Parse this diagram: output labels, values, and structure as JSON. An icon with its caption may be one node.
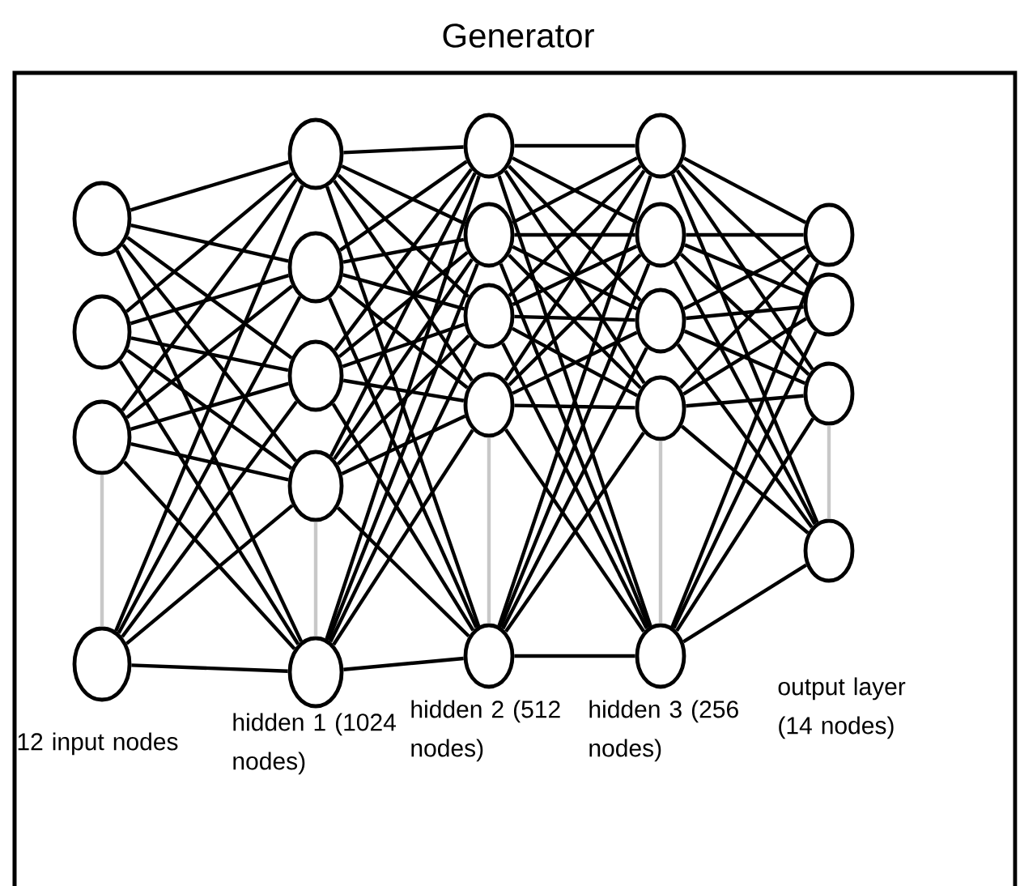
{
  "diagram": {
    "title": "Generator",
    "nodes": [
      {
        "text": [],
        "shape": "circle"
      },
      {
        "text": [],
        "shape": "circle"
      },
      {
        "text": [],
        "shape": "circle"
      },
      {
        "text": [],
        "shape": "circle"
      },
      {
        "text": [],
        "shape": "circle"
      },
      {
        "text": [],
        "shape": "circle"
      },
      {
        "text": [],
        "shape": "circle"
      },
      {
        "text": [],
        "shape": "circle"
      },
      {
        "text": [],
        "shape": "circle"
      },
      {
        "text": [],
        "shape": "circle"
      },
      {
        "text": [],
        "shape": "circle"
      },
      {
        "text": [],
        "shape": "circle"
      },
      {
        "text": [],
        "shape": "circle"
      },
      {
        "text": [],
        "shape": "circle"
      },
      {
        "text": [],
        "shape": "circle"
      },
      {
        "text": [],
        "shape": "circle"
      },
      {
        "text": [],
        "shape": "circle"
      },
      {
        "text": [],
        "shape": "circle"
      },
      {
        "text": [],
        "shape": "circle"
      },
      {
        "text": [],
        "shape": "circle"
      },
      {
        "text": [],
        "shape": "circle"
      },
      {
        "text": [],
        "shape": "circle"
      },
      {
        "text": [],
        "shape": "circle"
      }
    ],
    "edges": [
      {
        "from": 0,
        "to": 4,
        "arrow": "none"
      },
      {
        "from": 0,
        "to": 5,
        "arrow": "none"
      },
      {
        "from": 0,
        "to": 6,
        "arrow": "none"
      },
      {
        "from": 0,
        "to": 7,
        "arrow": "none"
      },
      {
        "from": 0,
        "to": 8,
        "arrow": "none"
      },
      {
        "from": 1,
        "to": 4,
        "arrow": "none"
      },
      {
        "from": 1,
        "to": 5,
        "arrow": "none"
      },
      {
        "from": 1,
        "to": 6,
        "arrow": "none"
      },
      {
        "from": 1,
        "to": 7,
        "arrow": "none"
      },
      {
        "from": 1,
        "to": 8,
        "arrow": "none"
      },
      {
        "from": 2,
        "to": 4,
        "arrow": "none"
      },
      {
        "from": 2,
        "to": 5,
        "arrow": "none"
      },
      {
        "from": 2,
        "to": 6,
        "arrow": "none"
      },
      {
        "from": 2,
        "to": 7,
        "arrow": "none"
      },
      {
        "from": 2,
        "to": 8,
        "arrow": "none"
      },
      {
        "from": 3,
        "to": 4,
        "arrow": "none"
      },
      {
        "from": 3,
        "to": 5,
        "arrow": "none"
      },
      {
        "from": 3,
        "to": 6,
        "arrow": "none"
      },
      {
        "from": 3,
        "to": 7,
        "arrow": "none"
      },
      {
        "from": 3,
        "to": 8,
        "arrow": "none"
      },
      {
        "from": 4,
        "to": 9,
        "arrow": "none"
      },
      {
        "from": 4,
        "to": 10,
        "arrow": "none"
      },
      {
        "from": 4,
        "to": 11,
        "arrow": "none"
      },
      {
        "from": 4,
        "to": 12,
        "arrow": "none"
      },
      {
        "from": 4,
        "to": 13,
        "arrow": "none"
      },
      {
        "from": 5,
        "to": 9,
        "arrow": "none"
      },
      {
        "from": 5,
        "to": 10,
        "arrow": "none"
      },
      {
        "from": 5,
        "to": 11,
        "arrow": "none"
      },
      {
        "from": 5,
        "to": 12,
        "arrow": "none"
      },
      {
        "from": 5,
        "to": 13,
        "arrow": "none"
      },
      {
        "from": 6,
        "to": 9,
        "arrow": "none"
      },
      {
        "from": 6,
        "to": 10,
        "arrow": "none"
      },
      {
        "from": 6,
        "to": 11,
        "arrow": "none"
      },
      {
        "from": 6,
        "to": 12,
        "arrow": "none"
      },
      {
        "from": 6,
        "to": 13,
        "arrow": "none"
      },
      {
        "from": 7,
        "to": 9,
        "arrow": "none"
      },
      {
        "from": 7,
        "to": 10,
        "arrow": "none"
      },
      {
        "from": 7,
        "to": 11,
        "arrow": "none"
      },
      {
        "from": 7,
        "to": 12,
        "arrow": "none"
      },
      {
        "from": 7,
        "to": 13,
        "arrow": "none"
      },
      {
        "from": 8,
        "to": 9,
        "arrow": "none"
      },
      {
        "from": 8,
        "to": 10,
        "arrow": "none"
      },
      {
        "from": 8,
        "to": 11,
        "arrow": "none"
      },
      {
        "from": 8,
        "to": 12,
        "arrow": "none"
      },
      {
        "from": 8,
        "to": 13,
        "arrow": "none"
      },
      {
        "from": 9,
        "to": 14,
        "arrow": "none"
      },
      {
        "from": 9,
        "to": 15,
        "arrow": "none"
      },
      {
        "from": 9,
        "to": 16,
        "arrow": "none"
      },
      {
        "from": 9,
        "to": 17,
        "arrow": "none"
      },
      {
        "from": 9,
        "to": 18,
        "arrow": "none"
      },
      {
        "from": 10,
        "to": 14,
        "arrow": "none"
      },
      {
        "from": 10,
        "to": 15,
        "arrow": "none"
      },
      {
        "from": 10,
        "to": 16,
        "arrow": "none"
      },
      {
        "from": 10,
        "to": 17,
        "arrow": "none"
      },
      {
        "from": 10,
        "to": 18,
        "arrow": "none"
      },
      {
        "from": 11,
        "to": 14,
        "arrow": "none"
      },
      {
        "from": 11,
        "to": 15,
        "arrow": "none"
      },
      {
        "from": 11,
        "to": 16,
        "arrow": "none"
      },
      {
        "from": 11,
        "to": 17,
        "arrow": "none"
      },
      {
        "from": 11,
        "to": 18,
        "arrow": "none"
      },
      {
        "from": 12,
        "to": 14,
        "arrow": "none"
      },
      {
        "from": 12,
        "to": 15,
        "arrow": "none"
      },
      {
        "from": 12,
        "to": 16,
        "arrow": "none"
      },
      {
        "from": 12,
        "to": 17,
        "arrow": "none"
      },
      {
        "from": 12,
        "to": 18,
        "arrow": "none"
      },
      {
        "from": 13,
        "to": 14,
        "arrow": "none"
      },
      {
        "from": 13,
        "to": 15,
        "arrow": "none"
      },
      {
        "from": 13,
        "to": 16,
        "arrow": "none"
      },
      {
        "from": 13,
        "to": 17,
        "arrow": "none"
      },
      {
        "from": 13,
        "to": 18,
        "arrow": "none"
      },
      {
        "from": 14,
        "to": 19,
        "arrow": "none"
      },
      {
        "from": 14,
        "to": 20,
        "arrow": "none"
      },
      {
        "from": 14,
        "to": 21,
        "arrow": "none"
      },
      {
        "from": 14,
        "to": 22,
        "arrow": "none"
      },
      {
        "from": 15,
        "to": 19,
        "arrow": "none"
      },
      {
        "from": 15,
        "to": 20,
        "arrow": "none"
      },
      {
        "from": 15,
        "to": 21,
        "arrow": "none"
      },
      {
        "from": 15,
        "to": 22,
        "arrow": "none"
      },
      {
        "from": 16,
        "to": 19,
        "arrow": "none"
      },
      {
        "from": 16,
        "to": 20,
        "arrow": "none"
      },
      {
        "from": 16,
        "to": 21,
        "arrow": "none"
      },
      {
        "from": 16,
        "to": 22,
        "arrow": "none"
      },
      {
        "from": 17,
        "to": 19,
        "arrow": "none"
      },
      {
        "from": 17,
        "to": 20,
        "arrow": "none"
      },
      {
        "from": 17,
        "to": 21,
        "arrow": "none"
      },
      {
        "from": 17,
        "to": 22,
        "arrow": "none"
      },
      {
        "from": 18,
        "to": 19,
        "arrow": "none"
      },
      {
        "from": 18,
        "to": 20,
        "arrow": "none"
      },
      {
        "from": 18,
        "to": 21,
        "arrow": "none"
      },
      {
        "from": 18,
        "to": 22,
        "arrow": "none"
      },
      {
        "from": 2,
        "to": 3,
        "arrow": "none",
        "color": "#c8c8c8"
      },
      {
        "from": 7,
        "to": 8,
        "arrow": "none",
        "color": "#c8c8c8"
      },
      {
        "from": 12,
        "to": 13,
        "arrow": "none",
        "color": "#c8c8c8"
      },
      {
        "from": 17,
        "to": 18,
        "arrow": "none",
        "color": "#c8c8c8"
      },
      {
        "from": 21,
        "to": 22,
        "arrow": "none",
        "color": "#c8c8c8"
      }
    ],
    "labels": [
      "12 input nodes",
      "hidden 1 (1024 nodes)",
      "hidden 2 (512 nodes)",
      "hidden 3 (256 nodes)",
      "output layer (14 nodes)"
    ]
  }
}
